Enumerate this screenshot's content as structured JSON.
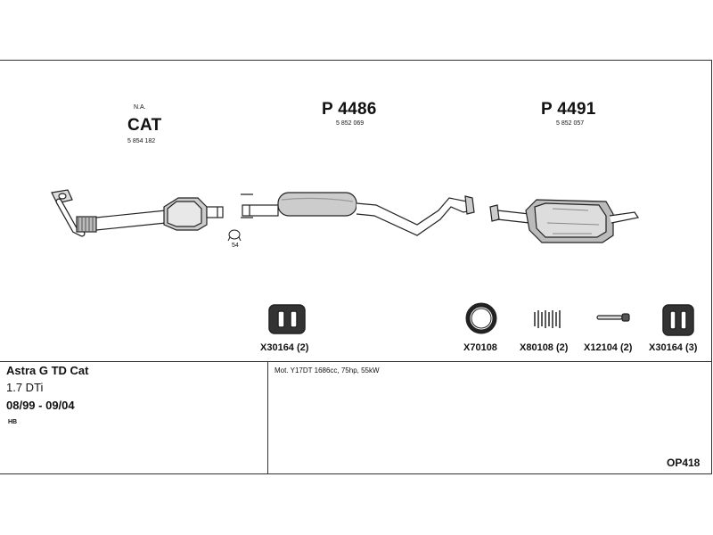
{
  "sections": [
    {
      "note": "N.A.",
      "title": "CAT",
      "part_number": "5 854 182"
    },
    {
      "title": "P 4486",
      "part_number": "5 852 069"
    },
    {
      "title": "P 4491",
      "part_number": "5 852 057"
    }
  ],
  "small_part_label": "54",
  "fittings": [
    {
      "code": "X30164 (2)",
      "icon": "rubber-hanger-icon"
    },
    {
      "code": "X70108",
      "icon": "gasket-ring-icon"
    },
    {
      "code": "X80108 (2)",
      "icon": "spring-icon"
    },
    {
      "code": "X12104 (2)",
      "icon": "bolt-icon"
    },
    {
      "code": "X30164 (3)",
      "icon": "rubber-hanger-icon"
    }
  ],
  "vehicle": {
    "model": "Astra G TD Cat",
    "engine": "1.7 DTi",
    "years": "08/99 - 09/04",
    "body": "HB"
  },
  "engine_details": "Mot. Y17DT 1686cc, 75hp, 55kW",
  "diagram_code": "OP418"
}
